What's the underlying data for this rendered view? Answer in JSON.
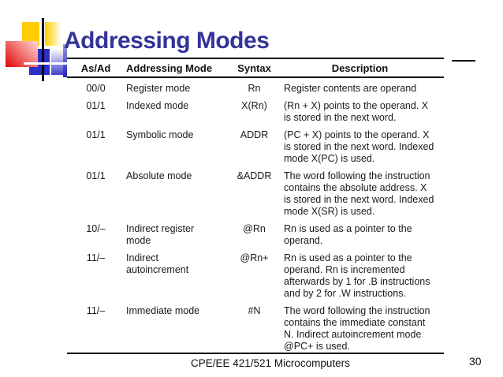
{
  "slide": {
    "title": "Addressing Modes",
    "footer": "CPE/EE 421/521 Microcomputers",
    "page_number": "30"
  },
  "table": {
    "headers": [
      "As/Ad",
      "Addressing Mode",
      "Syntax",
      "Description"
    ],
    "rows": [
      {
        "as_ad": "00/0",
        "mode": [
          "Register mode"
        ],
        "syntax": "Rn",
        "description": [
          "Register contents are operand"
        ]
      },
      {
        "as_ad": "01/1",
        "mode": [
          "Indexed mode"
        ],
        "syntax": "X(Rn)",
        "description": [
          "(Rn + X) points to the operand. X",
          "is stored in the next word."
        ]
      },
      {
        "as_ad": "01/1",
        "mode": [
          "Symbolic mode"
        ],
        "syntax": "ADDR",
        "description": [
          "(PC + X) points to the operand. X",
          "is stored in the next word. Indexed",
          "mode X(PC) is used."
        ]
      },
      {
        "as_ad": "01/1",
        "mode": [
          "Absolute mode"
        ],
        "syntax": "&ADDR",
        "description": [
          "The word following the instruction",
          "contains the absolute address. X",
          "is stored in the next word. Indexed",
          "mode X(SR) is used."
        ]
      },
      {
        "as_ad": "10/–",
        "mode": [
          "Indirect register",
          "mode"
        ],
        "syntax": "@Rn",
        "description": [
          "Rn is used as a pointer to the",
          "operand."
        ]
      },
      {
        "as_ad": "11/–",
        "mode": [
          "Indirect",
          "autoincrement"
        ],
        "syntax": "@Rn+",
        "description": [
          "Rn is used as a pointer to the",
          "operand. Rn is incremented",
          "afterwards by 1 for .B instructions",
          "and by 2 for .W instructions."
        ]
      },
      {
        "as_ad": "11/–",
        "mode": [
          "Immediate mode"
        ],
        "syntax": "#N",
        "description": [
          "The word following the instruction",
          "contains the immediate constant",
          "N. Indirect autoincrement mode",
          "@PC+ is used."
        ]
      }
    ]
  },
  "colors": {
    "title_blue": "#333399",
    "accent_yellow": "#FFCD00",
    "accent_red": "#E30505",
    "accent_blue": "#2D2DC8",
    "rule_black": "#000000",
    "body_text": "#1A1A1A"
  }
}
